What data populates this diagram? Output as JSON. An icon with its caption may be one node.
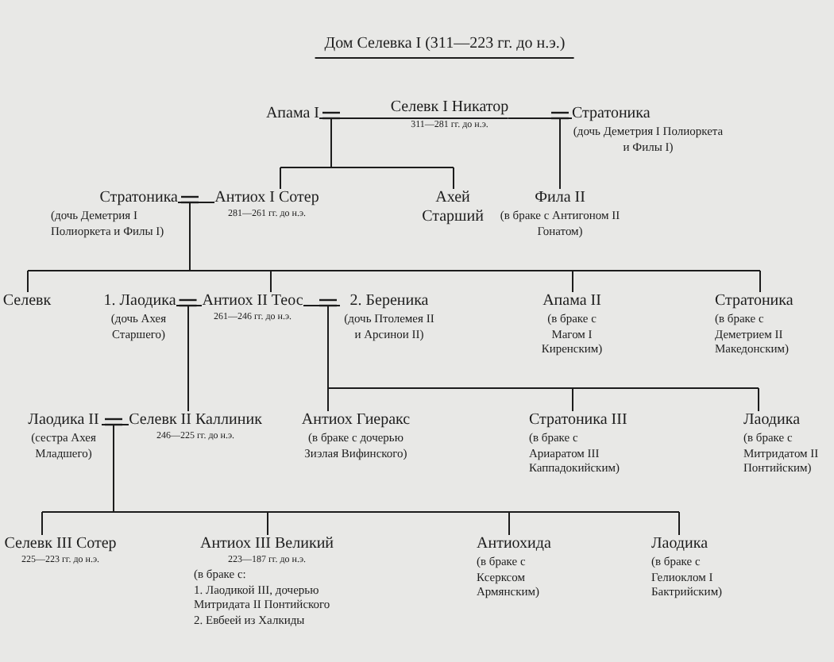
{
  "diagram": {
    "title": "Дом Селевка I (311—223 гг. до н.э.)",
    "nodes": [
      {
        "text": [
          "Апама I"
        ]
      },
      {
        "text": [
          "Селевк I Никатор"
        ],
        "beside": [
          "311—281 гг. до н.э."
        ]
      },
      {
        "text": [
          "Стратоника",
          "(дочь Деметрия I Полиоркета и Филы I)"
        ]
      },
      {
        "text": [
          "Стратоника",
          "(дочь Деметрия I Полиоркета и Филы I)"
        ]
      },
      {
        "text": [
          "Антиох I Сотер"
        ],
        "beside": [
          "281—261 гг. до н.э."
        ]
      },
      {
        "text": [
          "Ахей Старший"
        ]
      },
      {
        "text": [
          "Фила II",
          "(в браке с Антигоном II Гонатом)"
        ]
      },
      {
        "text": [
          "Селевк"
        ]
      },
      {
        "text": [
          "1. Лаодика",
          "(дочь Ахея Старшего)"
        ]
      },
      {
        "text": [
          "Антиох II Теос"
        ],
        "beside": [
          "261—246 гг. до н.э."
        ]
      },
      {
        "text": [
          "2. Береника",
          "(дочь Птолемея II и Арсинои II)"
        ]
      },
      {
        "text": [
          "Апама II",
          "(в браке с Магом I Киренским)"
        ]
      },
      {
        "text": [
          "Стратоника",
          "(в браке с Деметрием II Македонским)"
        ]
      },
      {
        "text": [
          "Лаодика II",
          "(сестра Ахея Младшего)"
        ]
      },
      {
        "text": [
          "Селевк II Каллиник"
        ],
        "beside": [
          "246—225 гг. до н.э."
        ]
      },
      {
        "text": [
          "Антиох Гиеракс",
          "(в браке с дочерью Зиэлая Вифинского)"
        ]
      },
      {
        "text": [
          "Стратоника III",
          "(в браке с Ариаратом III Каппадокийским)"
        ]
      },
      {
        "text": [
          "Лаодика",
          "(в браке с Митридатом II Понтийским)"
        ]
      },
      {
        "text": [
          "Селевк III Сотер"
        ],
        "beside": [
          "225—223 гг. до н.э."
        ]
      },
      {
        "text": [
          "Антиох III Великий",
          "(в браке с:",
          "1. Лаодикой III, дочерью Митридата II Понтийского",
          "2. Евбеей из Халкиды"
        ],
        "beside": [
          "223—187 гг. до н.э."
        ]
      },
      {
        "text": [
          "Антиохида",
          "(в браке с Ксерксом Армянским)"
        ]
      },
      {
        "text": [
          "Лаодика",
          "(в браке с Гелиоклом I Бактрийским)"
        ]
      }
    ],
    "edges": [
      {
        "from": 1,
        "to": 0,
        "arrow": "other"
      },
      {
        "from": 1,
        "to": 2,
        "arrow": "other"
      },
      {
        "from": 0,
        "to": 4,
        "arrow": "none"
      },
      {
        "from": 0,
        "to": 5,
        "arrow": "none"
      },
      {
        "from": 2,
        "to": 6,
        "arrow": "none"
      },
      {
        "from": 4,
        "to": 3,
        "arrow": "other"
      },
      {
        "from": 3,
        "to": 7,
        "arrow": "none"
      },
      {
        "from": 3,
        "to": 9,
        "arrow": "none"
      },
      {
        "from": 3,
        "to": 11,
        "arrow": "none"
      },
      {
        "from": 3,
        "to": 12,
        "arrow": "none"
      },
      {
        "from": 9,
        "to": 8,
        "arrow": "other"
      },
      {
        "from": 9,
        "to": 10,
        "arrow": "other"
      },
      {
        "from": 8,
        "to": 14,
        "arrow": "none"
      },
      {
        "from": 10,
        "to": 15,
        "arrow": "none"
      },
      {
        "from": 10,
        "to": 16,
        "arrow": "none"
      },
      {
        "from": 10,
        "to": 17,
        "arrow": "none"
      },
      {
        "from": 14,
        "to": 13,
        "arrow": "other"
      },
      {
        "from": 13,
        "to": 18,
        "arrow": "none"
      },
      {
        "from": 13,
        "to": 19,
        "arrow": "none"
      },
      {
        "from": 13,
        "to": 20,
        "arrow": "none"
      },
      {
        "from": 13,
        "to": 21,
        "arrow": "none"
      }
    ]
  }
}
